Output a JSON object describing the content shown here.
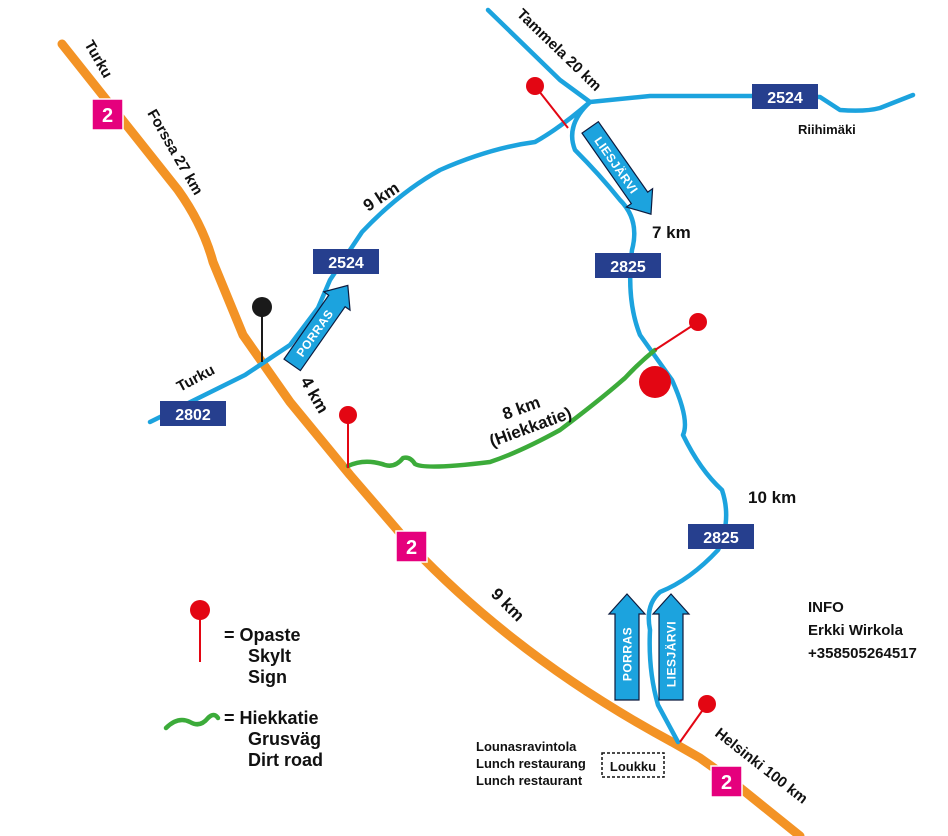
{
  "colors": {
    "main_road": "#f39325",
    "secondary_road": "#1ca3de",
    "dirt_road": "#3cab3a",
    "route_shield": "#263f8e",
    "e_route": "#e5007d",
    "sign_pin": "#e30613",
    "junction_pin": "#1a1a1a"
  },
  "route_numbers": {
    "r2524_north": "2524",
    "r2524_west": "2524",
    "r2825_north": "2825",
    "r2825_south": "2825",
    "r2802": "2802",
    "e2_top": "2",
    "e2_mid": "2",
    "e2_bottom": "2"
  },
  "road_labels": {
    "turku_top": "Turku",
    "forssa": "Forssa 27 km",
    "tammela": "Tammela 20 km",
    "riihimaki": "Riihimäki",
    "turku_left": "Turku",
    "helsinki": "Helsinki 100 km"
  },
  "distances": {
    "d_9km_top": "9 km",
    "d_7km": "7 km",
    "d_4km": "4 km",
    "d_8km": "8 km",
    "d_8km_note": "(Hiekkatie)",
    "d_10km": "10 km",
    "d_9km_bottom": "9 km"
  },
  "direction_signs": {
    "porras_upper": "PORRAS",
    "liesjarvi_upper": "LIESJÄRVI",
    "porras_lower": "PORRAS",
    "liesjarvi_lower": "LIESJÄRVI"
  },
  "legend": {
    "sign_fi": "= Opaste",
    "sign_sv": "Skylt",
    "sign_en": "Sign",
    "dirt_fi": "= Hiekkatie",
    "dirt_sv": "Grusväg",
    "dirt_en": "Dirt road"
  },
  "info": {
    "heading": "INFO",
    "name": "Erkki Wirkola",
    "phone": "+358505264517"
  },
  "restaurant": {
    "line1": "Lounasravintola",
    "line2": "Lunch restaurang",
    "line3": "Lunch restaurant",
    "name": "Loukku"
  }
}
